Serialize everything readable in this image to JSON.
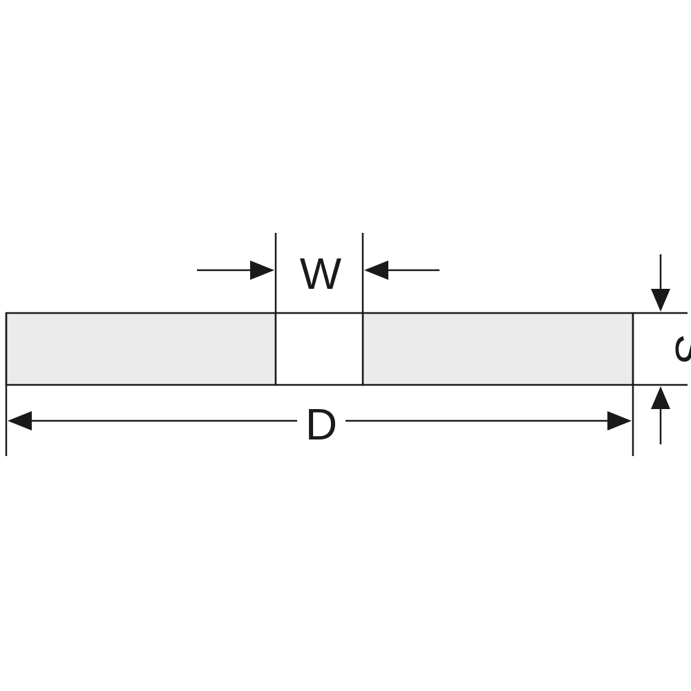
{
  "dimensions": {
    "width_label": "W",
    "thickness_label": "S",
    "diameter_label": "D"
  },
  "colors": {
    "outline": "#1a1a1a",
    "body_fill": "#ebebeb",
    "background": "#ffffff"
  }
}
